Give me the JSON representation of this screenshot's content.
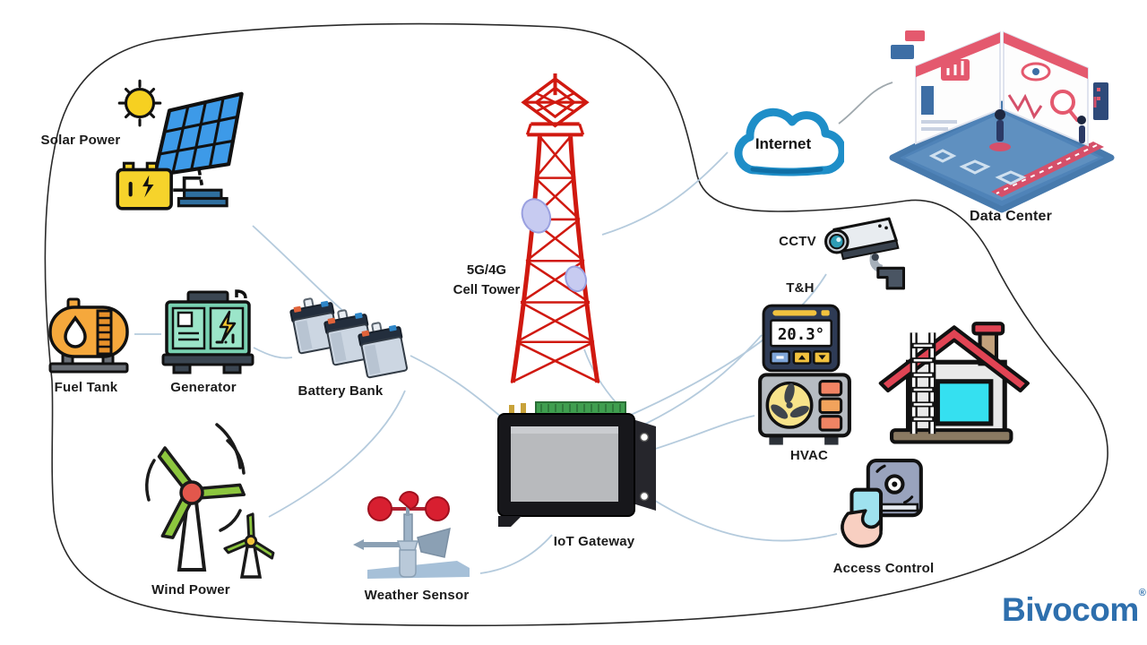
{
  "nodes": {
    "solar_power": {
      "label": "Solar Power"
    },
    "fuel_tank": {
      "label": "Fuel Tank"
    },
    "generator": {
      "label": "Generator"
    },
    "battery_bank": {
      "label": "Battery Bank"
    },
    "wind_power": {
      "label": "Wind Power"
    },
    "weather_sensor": {
      "label": "Weather Sensor"
    },
    "iot_gateway": {
      "label": "IoT Gateway"
    },
    "cell_tower": {
      "label_line1": "5G/4G",
      "label_line2": "Cell Tower"
    },
    "internet": {
      "label": "Internet"
    },
    "data_center": {
      "label": "Data Center"
    },
    "cctv": {
      "label": "CCTV"
    },
    "temperature_humidity": {
      "label": "T&H",
      "display_reading": "20.3°"
    },
    "hvac": {
      "label": "HVAC"
    },
    "access_control": {
      "label": "Access Control"
    }
  },
  "branding": {
    "logo_text": "Bivocom",
    "registered_mark": "®"
  },
  "colors": {
    "connector_line": "#b5cbdd",
    "site_outline": "#2a2a2a",
    "logo_blue": "#2e6fad",
    "tower_red": "#d01910",
    "cloud_blue": "#1e8ec8",
    "accent_yellow": "#f6d32b",
    "accent_green": "#8cc63e"
  },
  "connections": [
    {
      "from": "solar_power",
      "to": "battery_bank"
    },
    {
      "from": "fuel_tank",
      "to": "generator"
    },
    {
      "from": "generator",
      "to": "battery_bank"
    },
    {
      "from": "wind_power",
      "to": "battery_bank"
    },
    {
      "from": "battery_bank",
      "to": "iot_gateway"
    },
    {
      "from": "weather_sensor",
      "to": "iot_gateway"
    },
    {
      "from": "iot_gateway",
      "to": "cell_tower"
    },
    {
      "from": "cell_tower",
      "to": "internet"
    },
    {
      "from": "internet",
      "to": "data_center"
    },
    {
      "from": "iot_gateway",
      "to": "cctv"
    },
    {
      "from": "iot_gateway",
      "to": "temperature_humidity"
    },
    {
      "from": "iot_gateway",
      "to": "hvac"
    },
    {
      "from": "iot_gateway",
      "to": "access_control"
    }
  ]
}
